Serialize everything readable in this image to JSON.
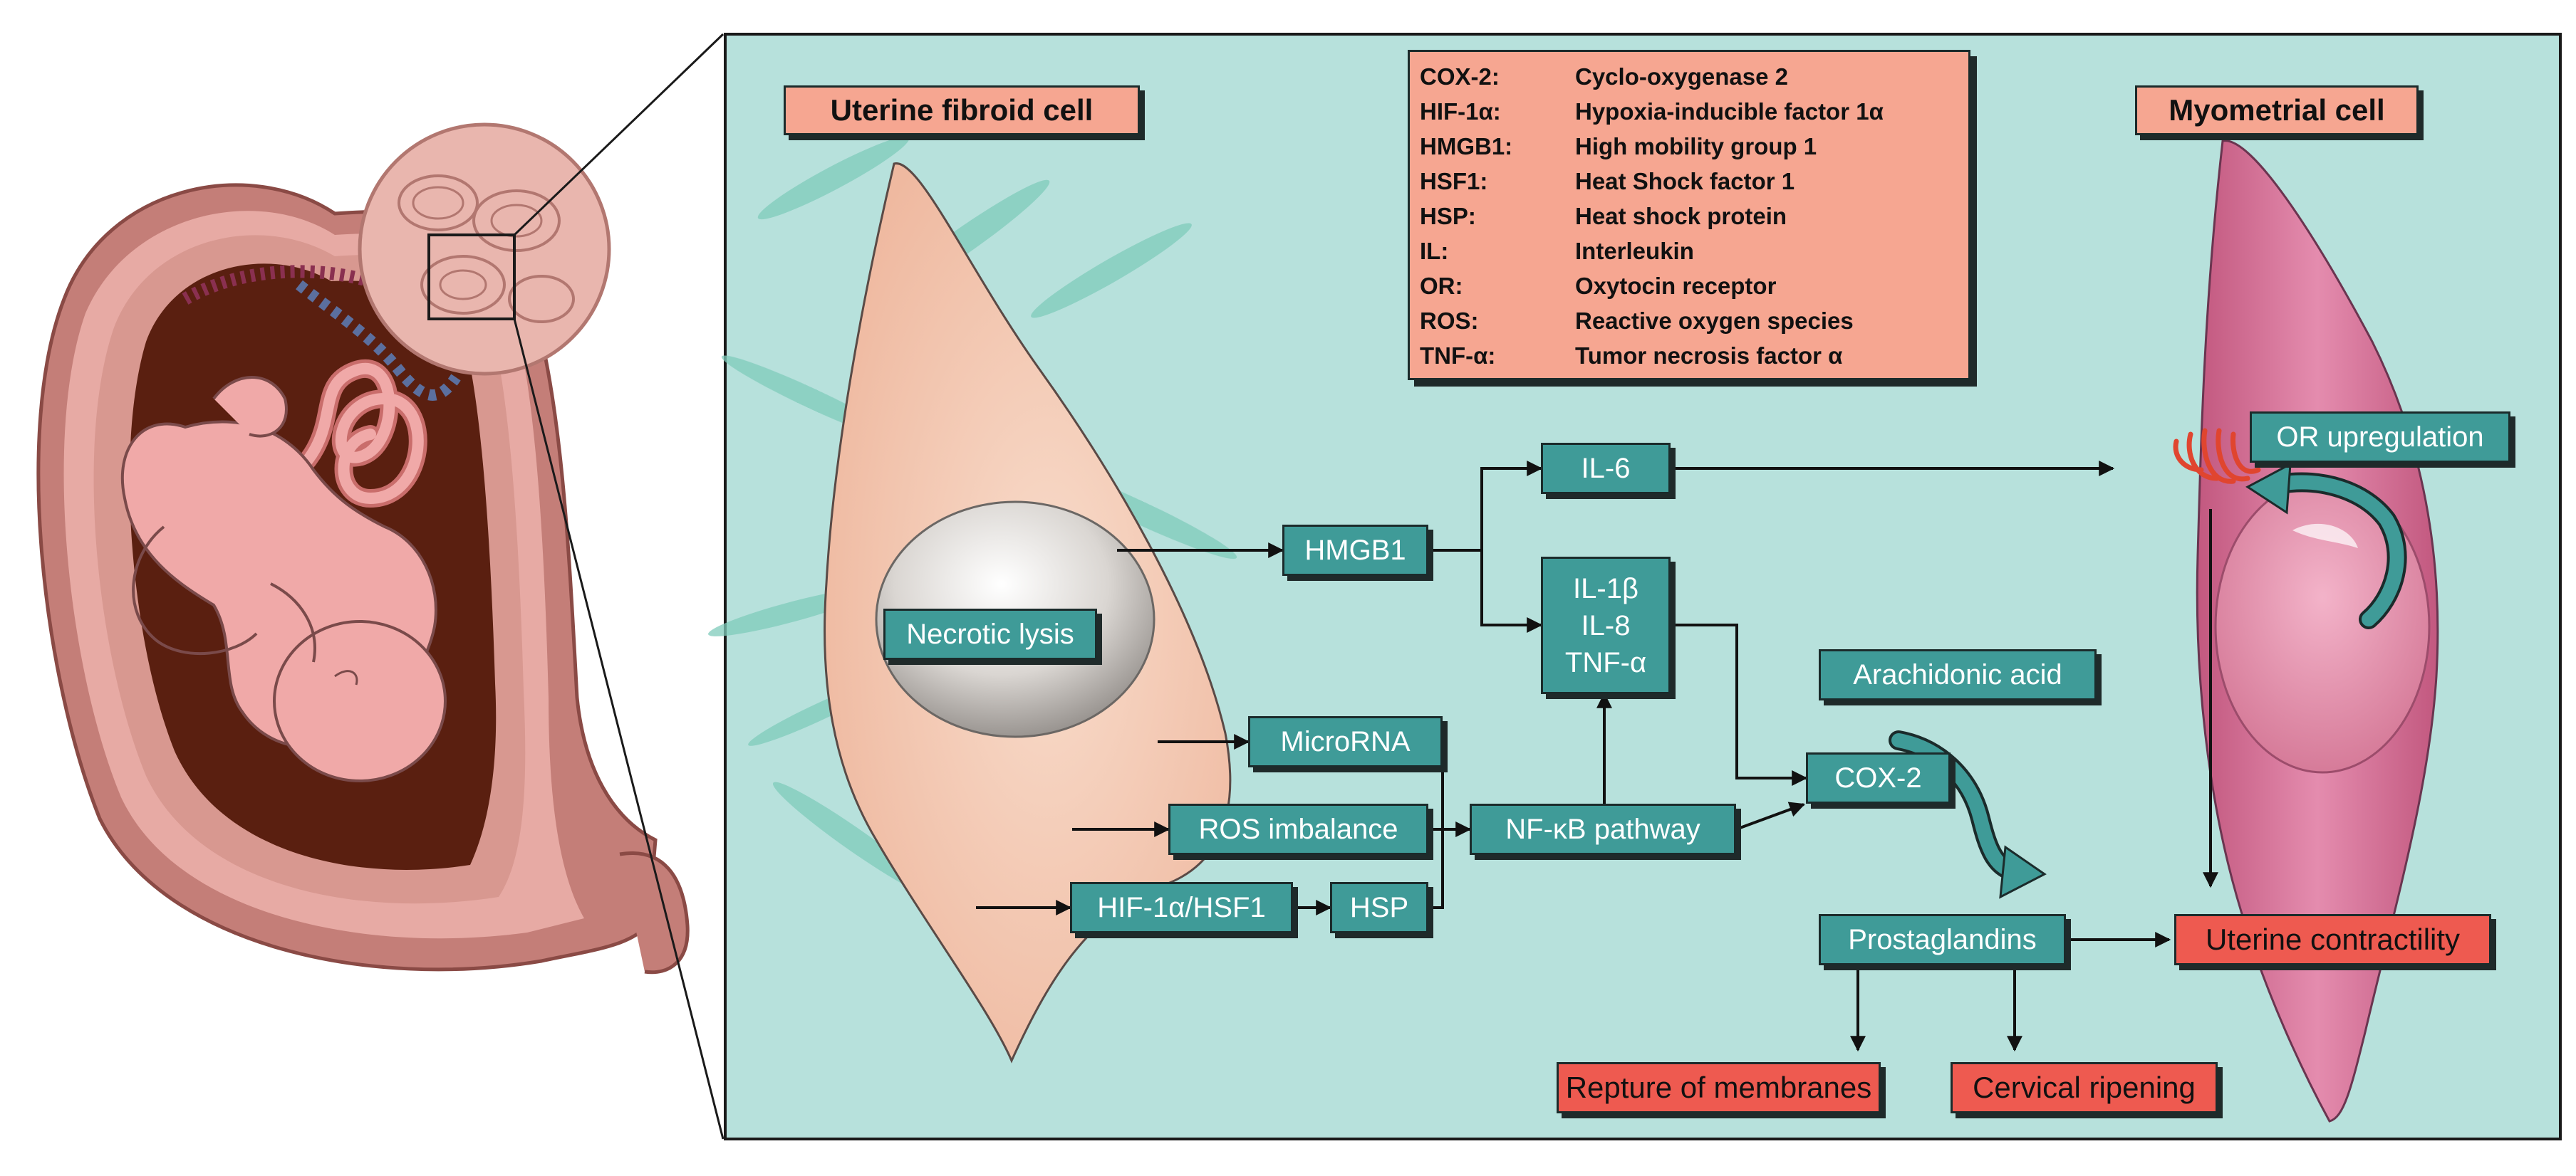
{
  "labels": {
    "fibroid_cell": "Uterine fibroid cell",
    "myometrial_cell": "Myometrial cell"
  },
  "nodes": {
    "necrotic_lysis": "Necrotic lysis",
    "hmgb1": "HMGB1",
    "il6": "IL-6",
    "il1b": "IL-1β",
    "il8": "IL-8",
    "tnfa": "TNF-α",
    "microrna": "MicroRNA",
    "ros_imbalance": "ROS imbalance",
    "hif_hsf1": "HIF-1α/HSF1",
    "hsp": "HSP",
    "nfkb": "NF-κB pathway",
    "arachidonic": "Arachidonic acid",
    "cox2": "COX-2",
    "prostaglandins": "Prostaglandins",
    "or_upregulation": "OR upregulation",
    "uterine_contractility": "Uterine contractility",
    "rupture": "Repture of membranes",
    "cervical": "Cervical ripening"
  },
  "legend": [
    {
      "abbr": "COX-2:",
      "full": "Cyclo-oxygenase 2"
    },
    {
      "abbr": "HIF-1α:",
      "full": "Hypoxia-inducible factor 1α"
    },
    {
      "abbr": "HMGB1:",
      "full": "High mobility group 1"
    },
    {
      "abbr": "HSF1:",
      "full": "Heat Shock factor 1"
    },
    {
      "abbr": "HSP:",
      "full": "Heat shock protein"
    },
    {
      "abbr": "IL:",
      "full": "Interleukin"
    },
    {
      "abbr": "OR:",
      "full": "Oxytocin receptor"
    },
    {
      "abbr": "ROS:",
      "full": "Reactive oxygen species"
    },
    {
      "abbr": "TNF-α:",
      "full": "Tumor necrosis factor α"
    }
  ],
  "colors": {
    "panel": "#b7e1dc",
    "node": "#3f9b98",
    "label_box": "#f6a691",
    "outcome_box": "#ee5a50",
    "fibroid_cell": "#f4c9b4",
    "myometrial_cell": "#d46f96",
    "uterus": "#c47e78",
    "amniotic_cavity": "#5a1f10",
    "fetus": "#f0a9a8"
  },
  "icons": [
    "uterus-illustration",
    "fetus-illustration",
    "fibroid-illustration",
    "uterine-fibroid-cell",
    "myometrial-cell",
    "oxytocin-receptor-icon",
    "curved-arrow-icon"
  ]
}
